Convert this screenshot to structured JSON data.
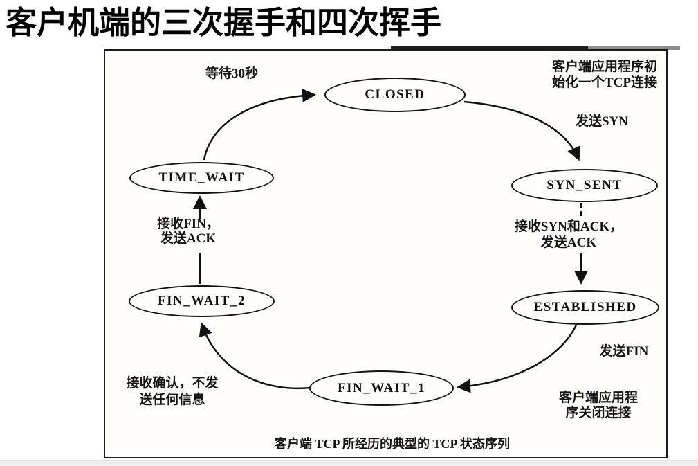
{
  "page": {
    "title": "客户机端的三次握手和四次挥手"
  },
  "colors": {
    "ink": "#1a1a1a",
    "page_bg": "#ffffff",
    "footer_bar": "#efefef"
  },
  "diagram": {
    "caption": "客户端 TCP 所经历的典型的 TCP 状态序列",
    "states": {
      "closed": "CLOSED",
      "syn_sent": "SYN_SENT",
      "established": "ESTABLISHED",
      "fin_wait_1": "FIN_WAIT_1",
      "fin_wait_2": "FIN_WAIT_2",
      "time_wait": "TIME_WAIT"
    },
    "labels": {
      "wait_30s": "等待30秒",
      "init_line1": "客户端应用程序初",
      "init_line2": "始化一个TCP连接",
      "send_syn": "发送SYN",
      "recv_syn_ack_line1": "接收SYN和ACK，",
      "recv_syn_ack_line2": "发送ACK",
      "send_fin": "发送FIN",
      "close_line1": "客户端应用程",
      "close_line2": "序关闭连接",
      "recv_ack_line1": "接收确认，不发",
      "recv_ack_line2": "送任何信息",
      "recv_fin_line1": "接收FIN，",
      "recv_fin_line2": "发送ACK"
    }
  }
}
